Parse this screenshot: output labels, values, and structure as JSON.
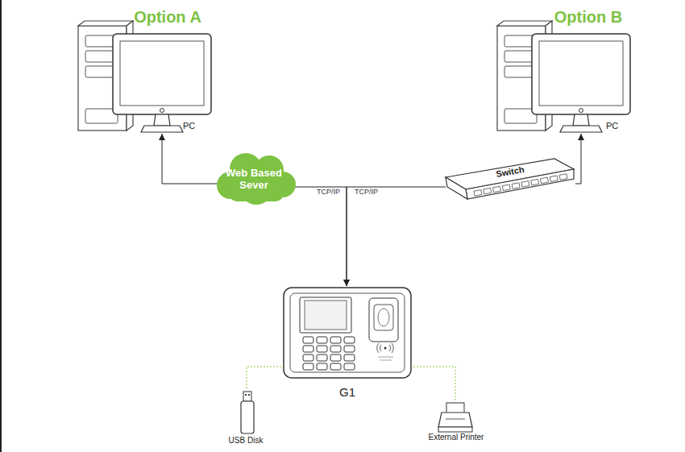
{
  "diagram": {
    "nodes": [
      {
        "text": [
          "Option A",
          "PC"
        ]
      },
      {
        "text": [
          "Option B",
          "PC"
        ]
      },
      {
        "text": [
          "Web Based Sever"
        ]
      },
      {
        "text": [
          "Switch"
        ]
      },
      {
        "text": [
          "G1"
        ]
      },
      {
        "text": [
          "USB Disk"
        ]
      },
      {
        "text": [
          "External Printer"
        ]
      }
    ],
    "edges": [
      {
        "from": 2,
        "to": 0,
        "arrow": "to"
      },
      {
        "from": 2,
        "to": 4,
        "label": "TCP/IP",
        "arrow": "to"
      },
      {
        "from": 3,
        "to": 4,
        "label": "TCP/IP",
        "arrow": "to"
      },
      {
        "from": 3,
        "to": 1,
        "arrow": "to"
      },
      {
        "from": 4,
        "to": 5,
        "arrow": "none"
      },
      {
        "from": 4,
        "to": 6,
        "arrow": "none"
      }
    ]
  }
}
